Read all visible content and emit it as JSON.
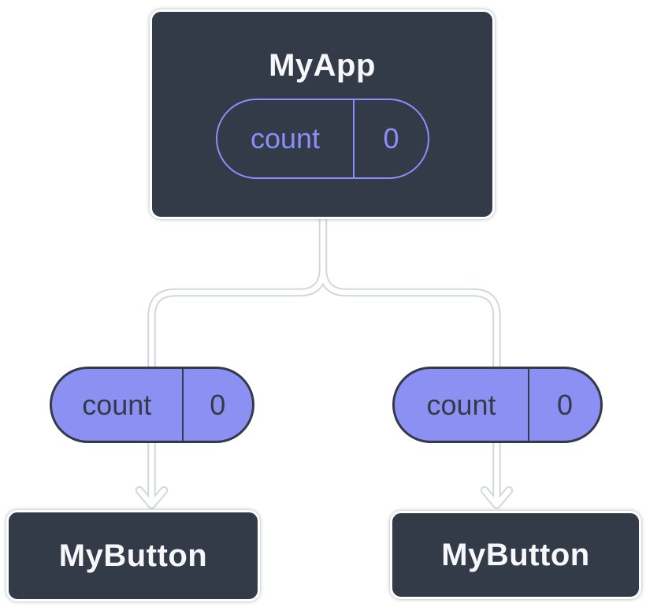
{
  "diagram": {
    "colors": {
      "page_bg": "#ffffff",
      "box_fill": "#343B48",
      "box_border": "#ffffff",
      "box_text": "#F6F7F9",
      "purple_line": "#8A8FF8",
      "purple_fill": "#8B90F2",
      "pill_dark": "#343B48",
      "line": "#ffffff",
      "line_halo": "#d3d7dd"
    },
    "root": {
      "title": "MyApp",
      "state": {
        "name": "count",
        "value": "0"
      }
    },
    "children": [
      {
        "title": "MyButton",
        "prop": {
          "name": "count",
          "value": "0"
        }
      },
      {
        "title": "MyButton",
        "prop": {
          "name": "count",
          "value": "0"
        }
      }
    ]
  }
}
